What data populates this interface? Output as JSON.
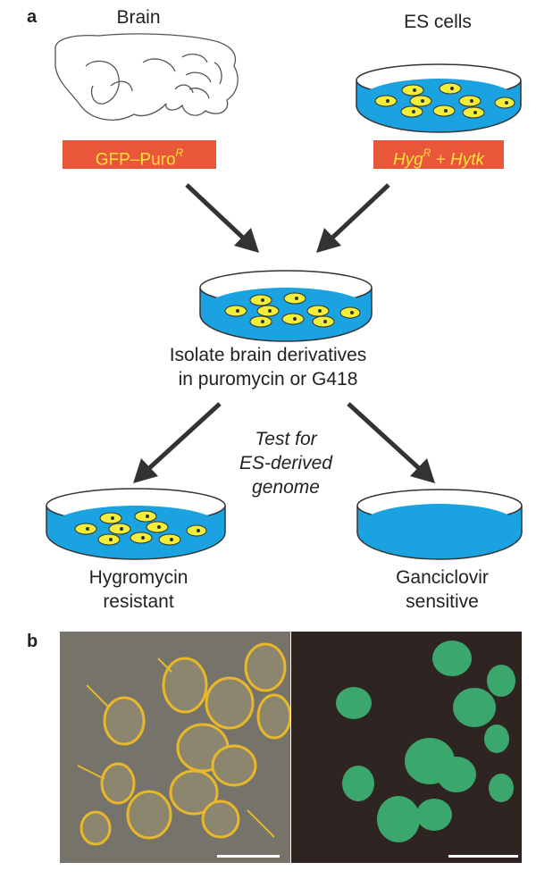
{
  "panel_a": {
    "letter": "a",
    "brain_label": "Brain",
    "es_label": "ES cells",
    "brain_tag": "GFP–Puro",
    "brain_tag_sup": "R",
    "es_tag_part1": "Hyg",
    "es_tag_sup": "R",
    "es_tag_part2": " + Hytk",
    "isolate_line1": "Isolate brain derivatives",
    "isolate_line2": "in puromycin or G418",
    "test_line1": "Test for",
    "test_line2": "ES-derived",
    "test_line3": "genome",
    "hygro_line1": "Hygromycin",
    "hygro_line2": "resistant",
    "ganc_line1": "Ganciclovir",
    "ganc_line2": "sensitive"
  },
  "panel_b": {
    "letter": "b",
    "left_image": "phase-contrast cells",
    "right_image": "GFP fluorescence cells"
  },
  "colors": {
    "tag_bg": "#e8573a",
    "tag_text": "#ffe23a",
    "dish_fill": "#1aa3e0",
    "cell_fill": "#f2ee3a",
    "arrow": "#333333"
  }
}
